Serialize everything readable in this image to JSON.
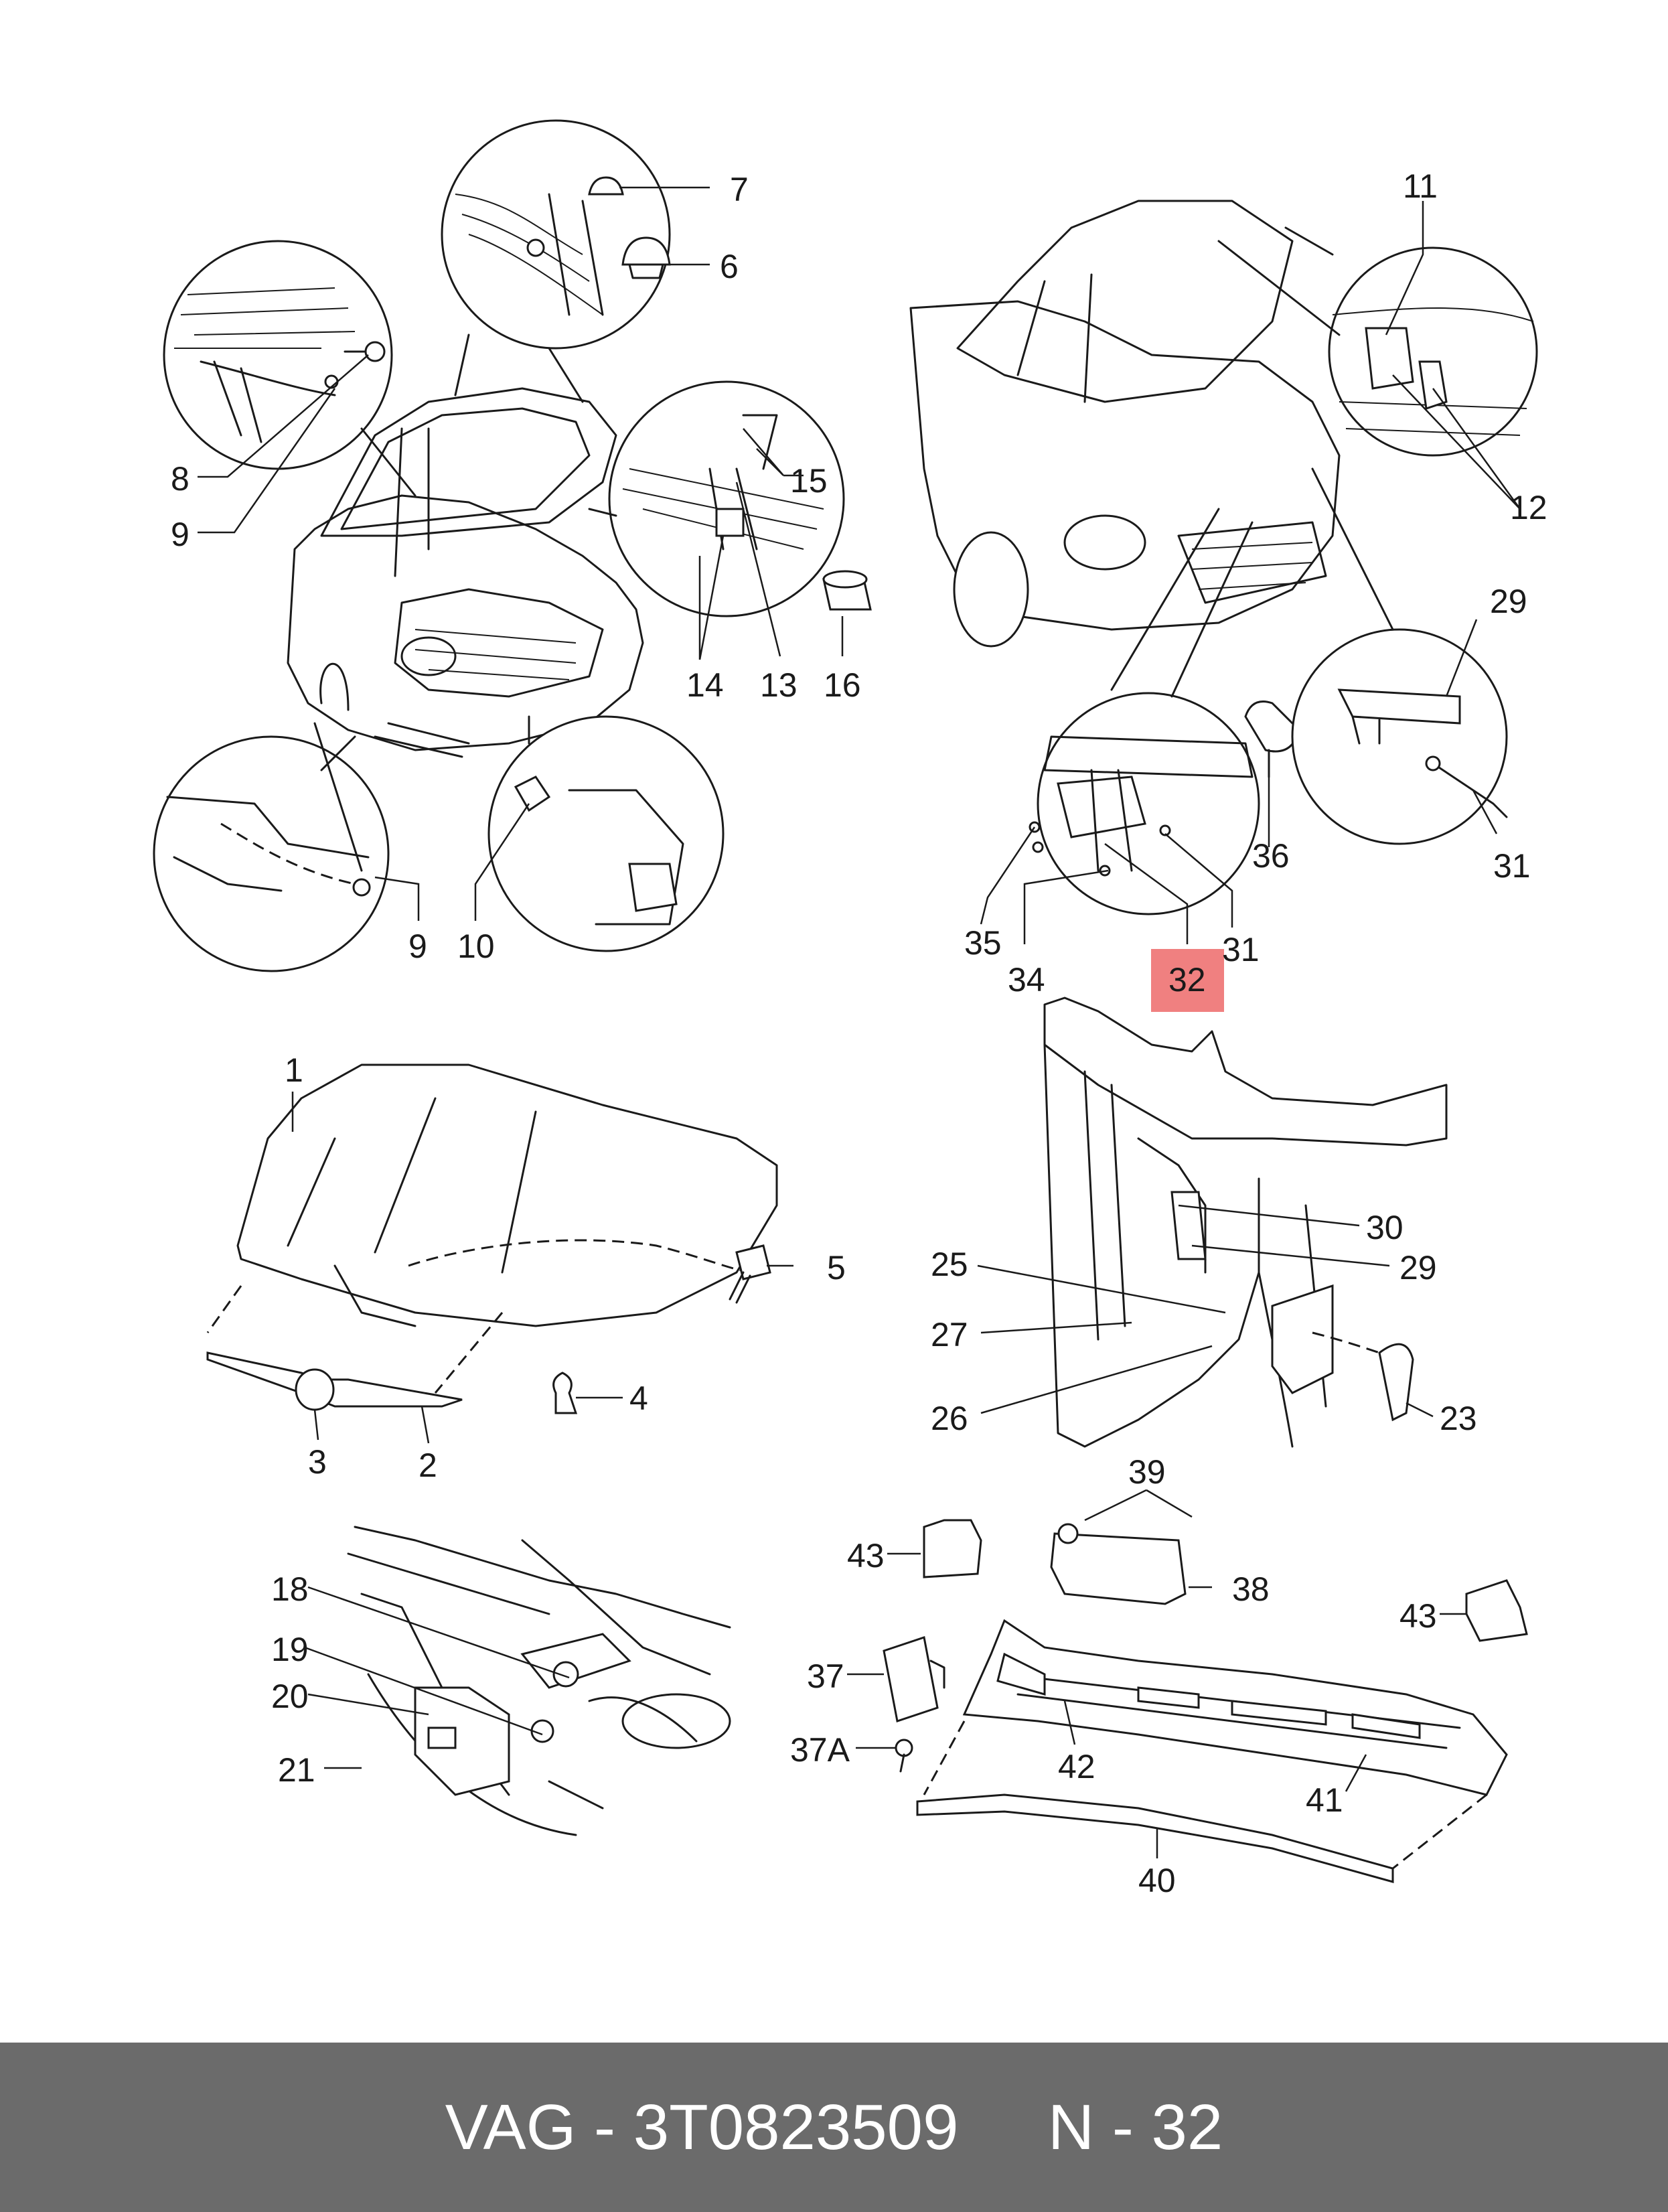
{
  "footer": {
    "text": "VAG - 3T0823509     N - 32",
    "background": "#6b6b6b",
    "color": "#ffffff"
  },
  "highlight": {
    "label": "32",
    "color": "#f08080"
  },
  "callouts": {
    "c1": "1",
    "c2": "2",
    "c3": "3",
    "c4": "4",
    "c5": "5",
    "c6": "6",
    "c7": "7",
    "c8": "8",
    "c9a": "9",
    "c9b": "9",
    "c10": "10",
    "c11": "11",
    "c12": "12",
    "c13": "13",
    "c14": "14",
    "c15": "15",
    "c16": "16",
    "c18": "18",
    "c19": "19",
    "c20": "20",
    "c21": "21",
    "c23": "23",
    "c25": "25",
    "c26": "26",
    "c27": "27",
    "c29a": "29",
    "c29b": "29",
    "c30": "30",
    "c31a": "31",
    "c31b": "31",
    "c34": "34",
    "c35": "35",
    "c36": "36",
    "c37": "37",
    "c37A": "37A",
    "c38": "38",
    "c39": "39",
    "c40": "40",
    "c41": "41",
    "c42": "42",
    "c43a": "43",
    "c43b": "43"
  }
}
